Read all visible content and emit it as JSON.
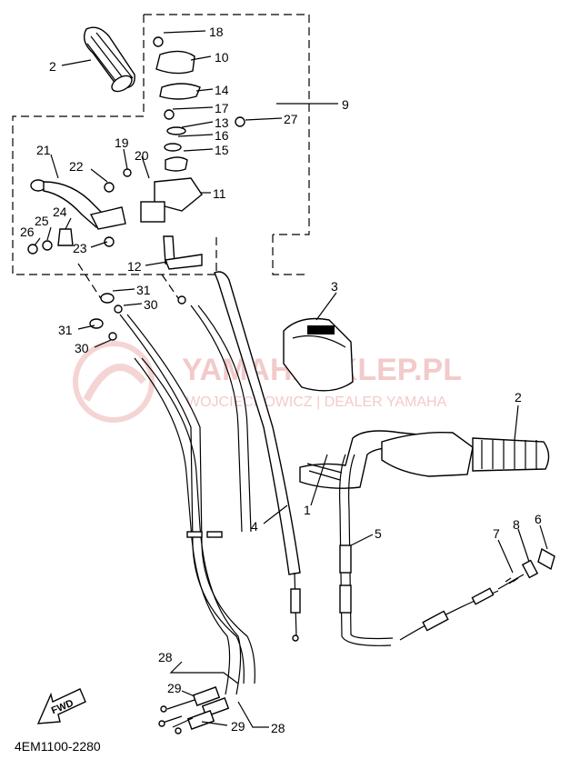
{
  "diagram": {
    "drawing_code": "4EM1100-2280",
    "fwd_label": "FWD",
    "watermark": {
      "brand": "YAMAHASKLEP.PL",
      "tagline": "WOJCIECHOWICZ | DEALER YAMAHA"
    },
    "callouts": {
      "c2a": "2",
      "c18": "18",
      "c10": "10",
      "c14": "14",
      "c9": "9",
      "c17": "17",
      "c27": "27",
      "c13": "13",
      "c16": "16",
      "c15": "15",
      "c21": "21",
      "c19": "19",
      "c20": "20",
      "c22": "22",
      "c11": "11",
      "c24": "24",
      "c25": "25",
      "c26": "26",
      "c23": "23",
      "c12": "12",
      "c31a": "31",
      "c30a": "30",
      "c31b": "31",
      "c30b": "30",
      "c3": "3",
      "c2b": "2",
      "c1": "1",
      "c4": "4",
      "c5": "5",
      "c7": "7",
      "c8": "8",
      "c6": "6",
      "c28a": "28",
      "c29a": "29",
      "c29b": "29",
      "c28b": "28"
    }
  }
}
